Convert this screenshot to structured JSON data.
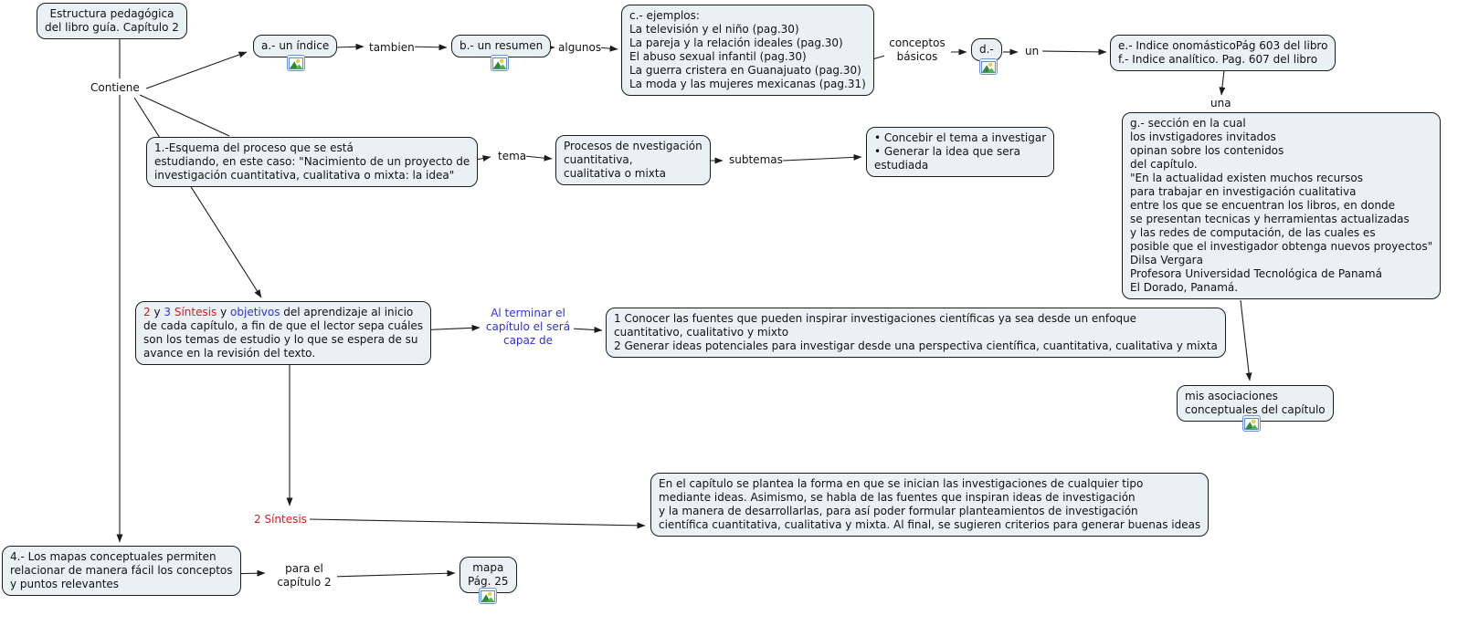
{
  "colors": {
    "node_fill": "#eaf1f4",
    "node_border": "#1c1c1c",
    "text": "#111111",
    "red_accent": "#cc1f1f",
    "blue_accent": "#3333cc",
    "line": "#1c1c1c",
    "icon_border": "#6b96d8"
  },
  "icons": {
    "attachment": "image-attachment-icon"
  },
  "nodes": {
    "title": {
      "lines": [
        "Estructura pedagógica",
        "del libro guía. Capítulo 2"
      ]
    },
    "indice": {
      "label": "a.- un índice"
    },
    "resumen": {
      "label": "b.- un resumen"
    },
    "ejemplos": {
      "lines": [
        "c.- ejemplos:",
        "La televisión y el niño (pag.30)",
        "La pareja y la relación ideales (pag.30)",
        "El abuso sexual infantil (pag.30)",
        "La guerra cristera en Guanajuato (pag.30)",
        "La moda y las mujeres mexicanas (pag.31)"
      ]
    },
    "d_node": {
      "label": "d.-"
    },
    "indices_ef": {
      "lines": [
        "e.- Indice onomásticoPág 603 del libro",
        "f.- Indice analítico. Pag. 607 del libro"
      ]
    },
    "seccion_g": {
      "lines": [
        "g.- sección en la cual",
        "los invstigadores invitados",
        "opinan sobre los contenidos",
        "del capítulo.",
        "\"En la actualidad existen muchos recursos",
        "para trabajar en investigación cualitativa",
        "entre los que se encuentran los libros, en donde",
        "se presentan tecnicas y herramientas actualizadas",
        "y las redes de computación, de las cuales es",
        "posible que el investigador obtenga nuevos proyectos\"",
        "Dilsa Vergara",
        "Profesora Universidad Tecnológica de Panamá",
        "El Dorado, Panamá."
      ]
    },
    "mis_asociaciones": {
      "lines": [
        "mis asociaciones",
        "conceptuales del capítulo"
      ]
    },
    "esquema": {
      "lines": [
        "1.-Esquema del proceso que se está",
        "estudiando, en este caso: \"Nacimiento de un proyecto de",
        "investigación cuantitativa, cualitativa o mixta: la idea\""
      ]
    },
    "procesos": {
      "lines": [
        "Procesos de nvestigación",
        "cuantitativa,",
        "cualitativa o mixta"
      ]
    },
    "subtemas_items": {
      "lines": [
        "• Concebir el tema a investigar",
        "• Generar la idea que sera",
        "estudiada"
      ]
    },
    "sintesis_objetivos": {
      "line1_segments": [
        {
          "text": "2 ",
          "color": "red"
        },
        {
          "text": "y ",
          "color": "text"
        },
        {
          "text": "3  ",
          "color": "blue"
        },
        {
          "text": "Síntesis",
          "color": "red"
        },
        {
          "text": " y ",
          "color": "text"
        },
        {
          "text": "objetivos",
          "color": "blue"
        },
        {
          "text": " del aprendizaje al inicio",
          "color": "text"
        }
      ],
      "lines": [
        "de cada capítulo, a fin de que el lector sepa cuáles",
        "son los temas de estudio y lo que se espera de su",
        "avance en la revisión del texto."
      ]
    },
    "objetivos_lista": {
      "lines": [
        "1 Conocer las fuentes que pueden inspirar investigaciones científicas ya sea desde un enfoque",
        "cuantitativo, cualitativo y mixto",
        "2 Generar ideas potenciales para investigar desde una perspectiva científica, cuantitativa, cualitativa y mixta"
      ]
    },
    "resumen_capitulo": {
      "lines": [
        "En el capítulo se plantea la forma en que se inician las investigaciones de cualquier tipo",
        "mediante ideas. Asimismo, se habla de las fuentes que inspiran ideas de investigación",
        "y la manera de desarrollarlas, para así poder formular planteamientos de investigación",
        "científica cuantitativa, cualitativa y mixta. Al final, se sugieren criterios para generar buenas ideas"
      ]
    },
    "mapas_conceptuales": {
      "lines": [
        "4.- Los mapas conceptuales permiten",
        "relacionar de manera fácil los conceptos",
        "y puntos relevantes"
      ]
    },
    "mapa_pag": {
      "lines": [
        "mapa",
        "Pág. 25"
      ]
    }
  },
  "link_labels": {
    "contiene": "Contiene",
    "tambien": "tambien",
    "algunos": "algunos",
    "conceptos_basicos": {
      "lines": [
        "conceptos",
        "básicos"
      ]
    },
    "un": "un",
    "una": "una",
    "tema": "tema",
    "subtemas": "subtemas",
    "al_terminar": {
      "lines": [
        "Al terminar el",
        "capítulo el será",
        "capaz de"
      ]
    },
    "sintesis_2": "2 Síntesis",
    "para_el": {
      "lines": [
        "para el",
        "capítulo 2"
      ]
    }
  }
}
